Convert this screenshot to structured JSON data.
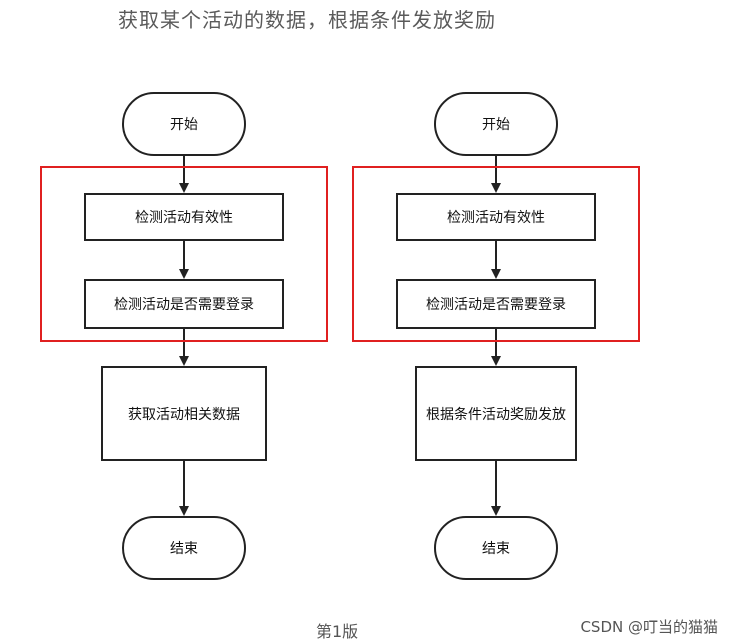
{
  "heading": "获取某个活动的数据，根据条件发放奖励",
  "flows": [
    {
      "start": "开始",
      "check_validity": "检测活动有效性",
      "check_login": "检测活动是否需要登录",
      "action": "获取活动相关数据",
      "end": "结束"
    },
    {
      "start": "开始",
      "check_validity": "检测活动有效性",
      "check_login": "检测活动是否需要登录",
      "action": "根据条件活动奖励发放",
      "end": "结束"
    }
  ],
  "caption": "第1版",
  "watermark": "CSDN @叮当的猫猫",
  "colors": {
    "group_border": "#e02020",
    "stroke": "#222222"
  }
}
